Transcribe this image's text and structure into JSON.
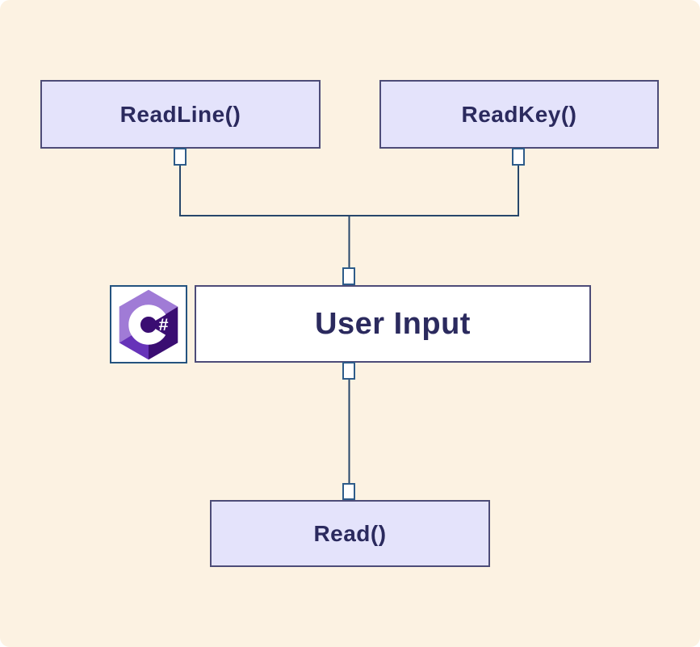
{
  "canvas": {
    "type": "flowchart",
    "background": "#FCF2E2"
  },
  "nodes": {
    "readline": {
      "label": "ReadLine()"
    },
    "readkey": {
      "label": "ReadKey()"
    },
    "user_input": {
      "label": "User Input"
    },
    "read": {
      "label": "Read()"
    }
  },
  "icons": {
    "csharp_logo": {
      "name": "csharp-logo",
      "hash_glyph": "#"
    }
  },
  "colors": {
    "background": "#FCF2E2",
    "node_fill_lavender": "#E4E3FB",
    "node_fill_white": "#FFFFFF",
    "node_border": "#4D4C78",
    "node_text": "#2B2A5E",
    "connector_line": "#27476B",
    "port_border": "#2E5C8A",
    "port_fill": "#FFFFFF",
    "logo_box_border": "#24537F",
    "csharp_light": "#A07BD6",
    "csharp_mid": "#6733B9",
    "csharp_dark": "#3A0D72"
  }
}
